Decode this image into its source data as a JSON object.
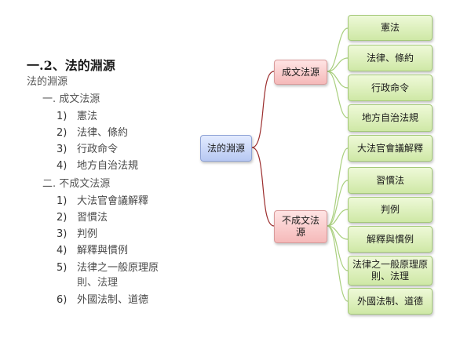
{
  "outline": {
    "heading": "一.2、法的淵源",
    "root": "法的淵源",
    "groups": [
      {
        "title": "一. 成文法源",
        "items": [
          {
            "num": "1)",
            "text": "憲法"
          },
          {
            "num": "2)",
            "text": "法律、條約"
          },
          {
            "num": "3)",
            "text": "行政命令"
          },
          {
            "num": "4)",
            "text": "地方自治法規"
          }
        ]
      },
      {
        "title": "二. 不成文法源",
        "items": [
          {
            "num": "1)",
            "text": "大法官會議解釋"
          },
          {
            "num": "2)",
            "text": "習慣法"
          },
          {
            "num": "3)",
            "text": "判例"
          },
          {
            "num": "4)",
            "text": "解釋與慣例"
          },
          {
            "num": "5)",
            "text": "法律之一般原理原",
            "cont": "則、法理"
          },
          {
            "num": "6)",
            "text": "外國法制、道德"
          }
        ]
      }
    ]
  },
  "diagram": {
    "root": "法的淵源",
    "branches": [
      {
        "label": "成文法源",
        "children": [
          "憲法",
          "法律、條約",
          "行政命令",
          "地方自治法規"
        ]
      },
      {
        "label": "不成文法源",
        "children": [
          "大法官會議解釋",
          "習慣法",
          "判例",
          "解釋與慣例",
          "法律之一般原理原則、法理",
          "外國法制、道德"
        ]
      }
    ]
  },
  "colors": {
    "root": "#c5d4f7",
    "branch": "#f7c9c9",
    "leaf": "#dcefb9",
    "root_line": "#9b2c2c",
    "leaf_line": "#a9cf7e"
  }
}
